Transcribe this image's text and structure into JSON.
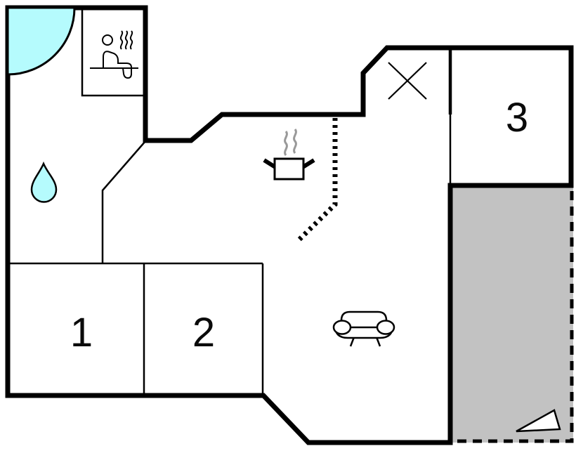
{
  "title": "Holiday home floor plan",
  "colors": {
    "wall": "#000000",
    "floor": "#ffffff",
    "water": "#b5fbfd",
    "terrace_fill": "#c2c2c2",
    "steam": "#999999",
    "label": "#0a0a0a"
  },
  "rooms": {
    "bedroom1": {
      "label": "1"
    },
    "bedroom2": {
      "label": "2"
    },
    "bedroom3": {
      "label": "3"
    }
  },
  "features": [
    "corner-shower",
    "water-drop",
    "sauna",
    "cooking-pot",
    "fireplace-cross",
    "kitchen-dashed-divider",
    "sofa",
    "terrace",
    "terrace-ramp"
  ]
}
